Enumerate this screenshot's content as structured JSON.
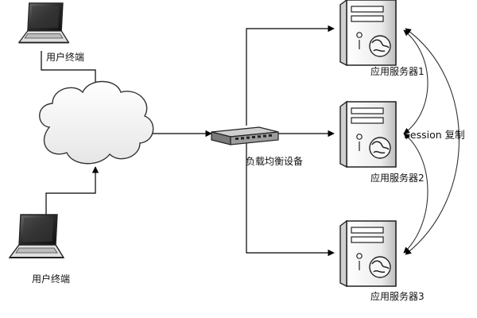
{
  "terminals": [
    {
      "label": "用户终端"
    },
    {
      "label": "用户终端"
    }
  ],
  "network": {
    "icon": "cloud-icon"
  },
  "load_balancer": {
    "label": "负载均衡设备",
    "icon": "switch-icon"
  },
  "servers": [
    {
      "label": "应用服务器1",
      "icon": "server-icon"
    },
    {
      "label": "应用服务器2",
      "icon": "server-icon"
    },
    {
      "label": "应用服务器3",
      "icon": "server-icon"
    }
  ],
  "session_replication": {
    "label": "Session 复制"
  },
  "colors": {
    "line": "#000000",
    "device_face": "#f2f2f2",
    "device_shade": "#9a9a9a"
  }
}
